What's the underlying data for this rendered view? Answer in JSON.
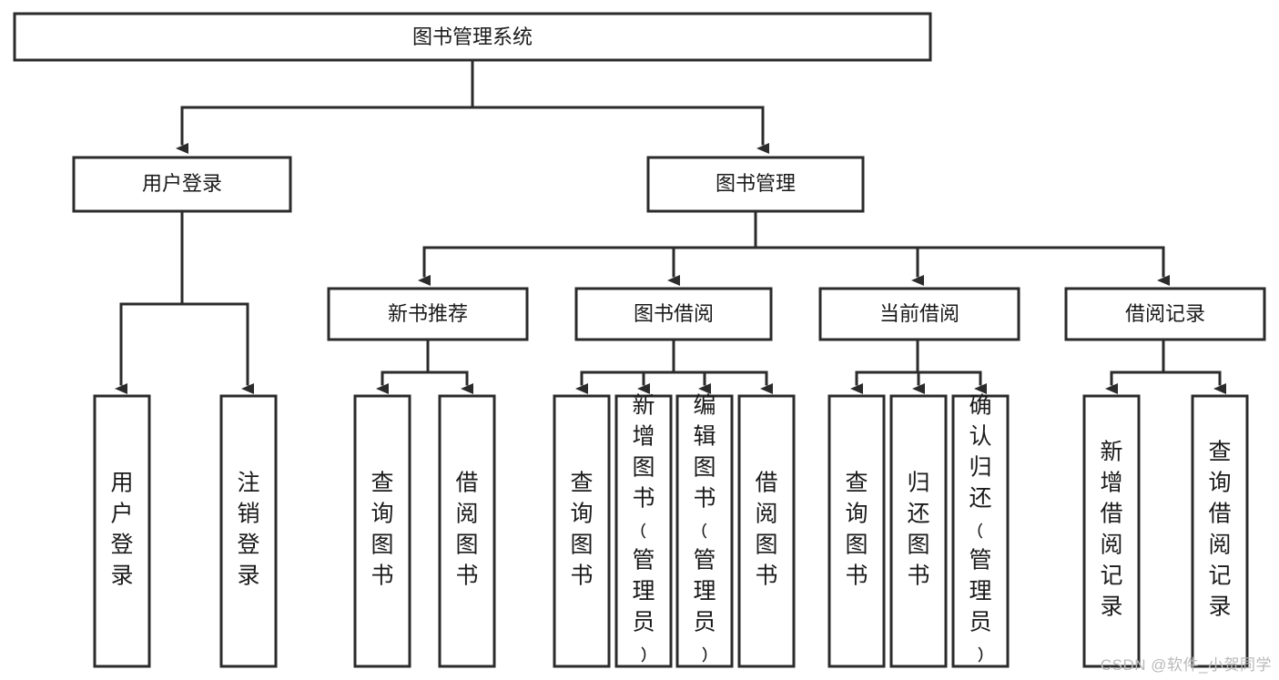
{
  "diagram": {
    "title_node": {
      "label": "图书管理系统"
    },
    "level1": [
      {
        "id": "user-login",
        "label": "用户登录"
      },
      {
        "id": "book-management",
        "label": "图书管理"
      }
    ],
    "level2": [
      {
        "id": "new-book-recommend",
        "label": "新书推荐"
      },
      {
        "id": "book-borrow",
        "label": "图书借阅"
      },
      {
        "id": "current-borrow",
        "label": "当前借阅"
      },
      {
        "id": "borrow-record",
        "label": "借阅记录"
      }
    ],
    "leaves": [
      {
        "id": "leaf-user-login",
        "label": "用户登录",
        "parent": "user-login"
      },
      {
        "id": "leaf-logout",
        "label": "注销登录",
        "parent": "user-login"
      },
      {
        "id": "leaf-query-book-1",
        "label": "查询图书",
        "parent": "new-book-recommend"
      },
      {
        "id": "leaf-borrow-book-1",
        "label": "借阅图书",
        "parent": "new-book-recommend"
      },
      {
        "id": "leaf-query-book-2",
        "label": "查询图书",
        "parent": "book-borrow"
      },
      {
        "id": "leaf-add-book",
        "label": "新增图书（管理员）",
        "parent": "book-borrow"
      },
      {
        "id": "leaf-edit-book",
        "label": "编辑图书（管理员）",
        "parent": "book-borrow"
      },
      {
        "id": "leaf-borrow-book-2",
        "label": "借阅图书",
        "parent": "book-borrow"
      },
      {
        "id": "leaf-query-book-3",
        "label": "查询图书",
        "parent": "current-borrow"
      },
      {
        "id": "leaf-return-book",
        "label": "归还图书",
        "parent": "current-borrow"
      },
      {
        "id": "leaf-confirm-return",
        "label": "确认归还（管理员）",
        "parent": "current-borrow"
      },
      {
        "id": "leaf-add-record",
        "label": "新增借阅记录",
        "parent": "borrow-record"
      },
      {
        "id": "leaf-query-record",
        "label": "查询借阅记录",
        "parent": "borrow-record"
      }
    ],
    "colors": {
      "stroke": "#2b2b2b",
      "fill": "#ffffff",
      "text": "#1a1a1a",
      "watermark": "#b9b9b9"
    }
  },
  "watermark": {
    "text": "CSDN @软件_小贺同学"
  }
}
